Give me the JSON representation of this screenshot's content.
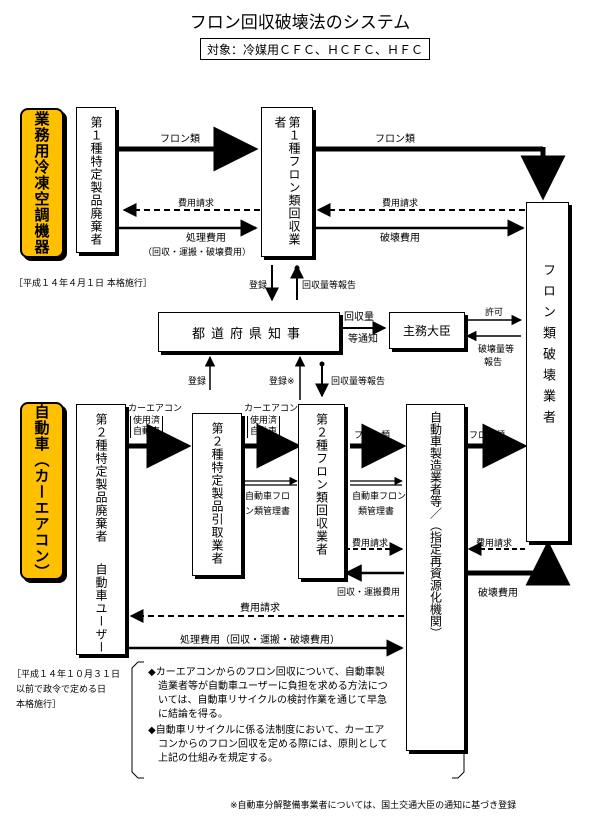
{
  "title": "フロン回収破壊法のシステム",
  "subtitle": "対象：冷媒用ＣＦＣ、ＨＣＦＣ、ＨＦＣ",
  "top_tag": "業務用冷凍空調機器",
  "auto_tag": "自動車（カーエアコン）",
  "boxes": {
    "d1": "第１種特定製品廃棄者",
    "c1": "第１種フロン類回収業者",
    "destroyer": "フロン類破壊業者",
    "governor": "都道府県知事",
    "minister": "主務大臣",
    "d2": "第２種特定製品廃棄者",
    "user": "自動車ユーザー",
    "taker": "第２種特定製品引取業者",
    "c2": "第２種フロン類回収業者",
    "maker": "自動車製造業者等／（指定再資源化機関）"
  },
  "labels": {
    "freon1": "フロン類",
    "freon2": "フロン類",
    "bill1": "費用請求",
    "bill2": "費用請求",
    "cost1": "処理費用",
    "cost1_sub": "（回収・運搬・破壊費用）",
    "destroy_cost1": "破壊費用",
    "note_top": "［平成１４年４月１日 本格施行］",
    "register1": "登録",
    "report1": "回収量等報告",
    "notify1": "回収量",
    "notify2": "等通知",
    "permit": "許可",
    "report_destroy1": "破壊量等",
    "report_destroy2": "報告",
    "register2": "登録",
    "register3": "登録※",
    "report2": "回収量等報告",
    "car_ac1": "カーエアコン",
    "used1": "使用済",
    "used2": "自動車",
    "car_ac2": "カーエアコン",
    "used3": "使用済",
    "used4": "自動車",
    "freon3": "フロン類",
    "freon4": "フロン類",
    "manifest1a": "自動車フロ",
    "manifest1b": "ン類管理書",
    "manifest2a": "自動車フロン",
    "manifest2b": "類管理書",
    "bill3": "費用請求",
    "bill4": "費用請求",
    "collect_cost": "回収・運搬費用",
    "destroy_cost2": "破壊費用",
    "bill5": "費用請求",
    "cost2": "処理費用（回収・運搬・破壊費用）"
  },
  "note_bottom": [
    "［平成１４年１０月３１日",
    "以前で政令で定める日",
    "本格施行］"
  ],
  "bullets": [
    [
      "◆カーエアコンからのフロン回収について、自動車製",
      "造業者等が自動車ユーザーに負担を求める方法につ",
      "いては、自動車リサイクルの検討作業を通じて早急",
      "に結論を得る。"
    ],
    [
      "◆自動車リサイクルに係る法制度において、カーエア",
      "コンからのフロン回収を定める際には、原則として",
      "上記の仕組みを規定する。"
    ]
  ],
  "footnote": "※自動車分解整備事業者については、国土交通大臣の通知に基づき登録"
}
